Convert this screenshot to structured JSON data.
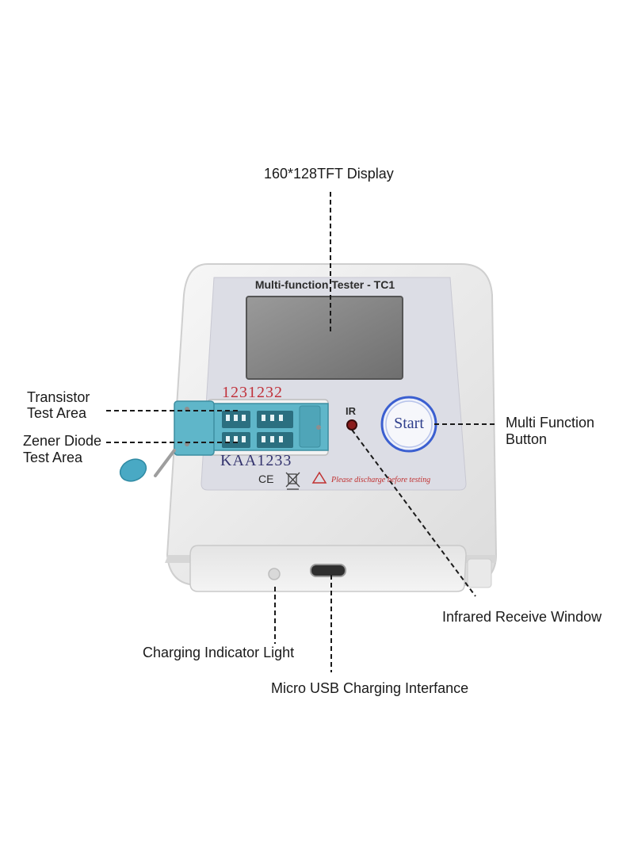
{
  "callouts": {
    "display": "160*128TFT Display",
    "transistor_line1": "Transistor",
    "transistor_line2": "Test Area",
    "zener_line1": "Zener Diode",
    "zener_line2": "Test Area",
    "button_line1": "Multi Function",
    "button_line2": "Button",
    "infrared": "Infrared Receive Window",
    "charging_light": "Charging Indicator Light",
    "usb": "Micro USB Charging Interfance"
  },
  "device": {
    "title": "Multi-function Tester - TC1",
    "pin_numbers_top": "1231232",
    "pin_labels_bottom": "KAA1233",
    "ir_label": "IR",
    "start_button": "Start",
    "cert_marks": "CE",
    "warning": "Please discharge before testing"
  },
  "colors": {
    "body": "#ececec",
    "panel": "#dcdde5",
    "screen": "#8c8c8c",
    "socket": "#5fb6c9",
    "pin_numbers": "#c0313a",
    "start_ring": "#3b5fd0",
    "lever_knob": "#49a9c4",
    "warning_text": "#c03030"
  }
}
